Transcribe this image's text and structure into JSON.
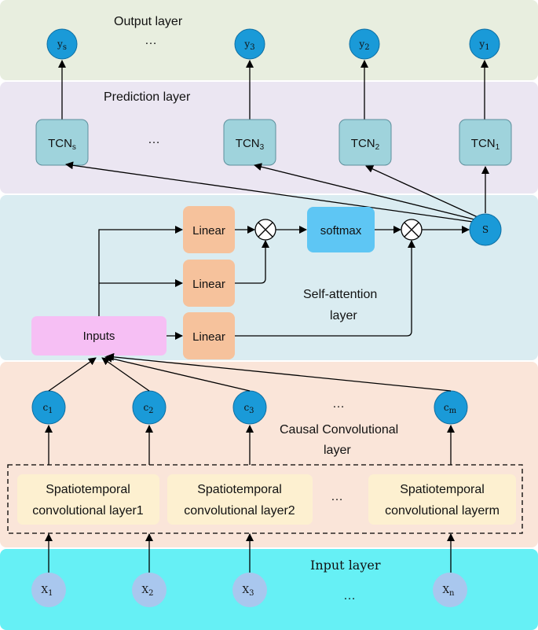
{
  "bands": {
    "output": {
      "title": "Output layer",
      "color": "#e8eedf"
    },
    "prediction": {
      "title": "Prediction layer",
      "color": "#ebe6f2"
    },
    "attention": {
      "title_line1": "Self-attention",
      "title_line2": "layer",
      "color": "#daecf1"
    },
    "causal": {
      "title_line1": "Causal Convolutional",
      "title_line2": "layer",
      "color": "#fae5d9"
    },
    "input": {
      "title": "Input layer",
      "color": "#66f0f5"
    }
  },
  "outputs": [
    {
      "base": "y",
      "sub": "s"
    },
    {
      "base": "y",
      "sub": "3"
    },
    {
      "base": "y",
      "sub": "2"
    },
    {
      "base": "y",
      "sub": "1"
    }
  ],
  "output_dots": "…",
  "tcns": [
    {
      "base": "TCN",
      "sub": "s"
    },
    {
      "base": "TCN",
      "sub": "3"
    },
    {
      "base": "TCN",
      "sub": "2"
    },
    {
      "base": "TCN",
      "sub": "1"
    }
  ],
  "tcn_dots": "…",
  "attention": {
    "linear_label": "Linear",
    "softmax_label": "softmax",
    "inputs_label": "Inputs",
    "s_label": "S",
    "multiply_symbol": "⊗"
  },
  "causal_nodes": [
    {
      "base": "c",
      "sub": "1"
    },
    {
      "base": "c",
      "sub": "2"
    },
    {
      "base": "c",
      "sub": "3"
    },
    {
      "base": "c",
      "sub": "m"
    }
  ],
  "causal_dots": "…",
  "st_layers": [
    {
      "line1": "Spatiotemporal",
      "line2": "convolutional layer1"
    },
    {
      "line1": "Spatiotemporal",
      "line2": "convolutional layer2"
    },
    {
      "line1": "Spatiotemporal",
      "line2": "convolutional layerm"
    }
  ],
  "st_dots": "…",
  "inputs": [
    {
      "base": "X",
      "sub": "1"
    },
    {
      "base": "X",
      "sub": "2"
    },
    {
      "base": "X",
      "sub": "3"
    },
    {
      "base": "X",
      "sub": "n"
    }
  ],
  "input_dots": "…",
  "colors": {
    "node_blue": "#1a9ad8",
    "tcn_box": "#9fd3dc",
    "linear_box": "#f6c29c",
    "softmax_box": "#5ec6f4",
    "inputs_box": "#f6bff4",
    "st_box": "#fdf0d0",
    "input_node": "#a9c7ee"
  }
}
